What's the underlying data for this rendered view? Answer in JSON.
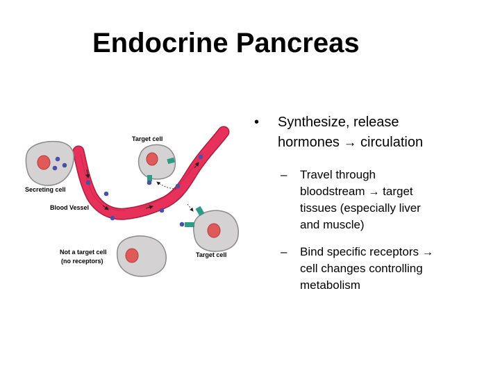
{
  "slide": {
    "title": "Endocrine Pancreas"
  },
  "diagram": {
    "labels": {
      "target_cell_top": "Target cell",
      "secreting_cell": "Secreting cell",
      "blood_vessel": "Blood Vessel",
      "not_target_cell_line1": "Not a target cell",
      "not_target_cell_line2": "(no receptors)",
      "target_cell_bottom": "Target cell"
    },
    "colors": {
      "vessel": "#e8315a",
      "vessel_edge": "#b01d3e",
      "cell": "#d4d2d3",
      "nucleus": "#e15a5a",
      "hormone": "#4a4fa8",
      "receptor": "#2e9b84"
    }
  },
  "bullets": {
    "main": {
      "marker": "•",
      "line1": "Synthesize, release",
      "line2_pre": "hormones ",
      "line2_post": " circulation"
    },
    "sub1": {
      "marker": "–",
      "line1": "Travel through",
      "line2_pre": "bloodstream ",
      "line2_post": " target",
      "line3": "tissues (especially liver",
      "line4": "and muscle)"
    },
    "sub2": {
      "marker": "–",
      "line1_pre": "Bind specific receptors ",
      "line2": "cell changes controlling",
      "line3": "metabolism"
    },
    "arrow": "→"
  }
}
